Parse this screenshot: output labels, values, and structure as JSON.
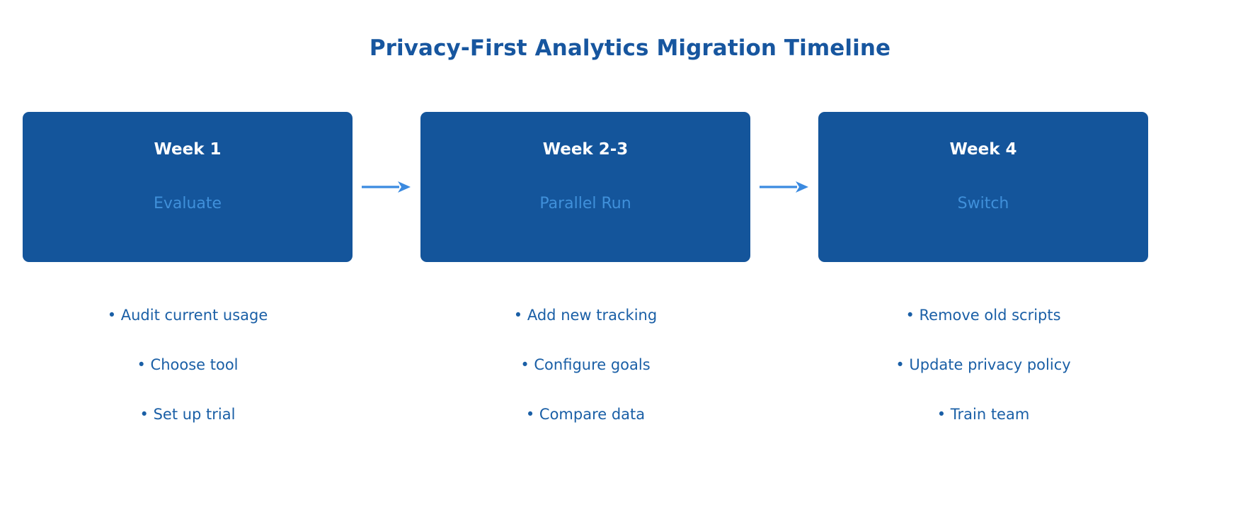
{
  "page": {
    "title": "Privacy-First Analytics Migration Timeline",
    "background_color": "#ffffff",
    "title_color": "#17569f"
  },
  "theme": {
    "card_fill": "#14559b",
    "card_title_color": "#ffffff",
    "card_subtitle_color": "#4090da",
    "arrow_color": "#3b8ae0",
    "bullet_text_color": "#1a5fa6"
  },
  "stages": [
    {
      "title": "Week 1",
      "subtitle": "Evaluate",
      "bullets": [
        "• Audit current usage",
        "• Choose tool",
        "• Set up trial"
      ]
    },
    {
      "title": "Week 2-3",
      "subtitle": "Parallel Run",
      "bullets": [
        "• Add new tracking",
        "• Configure goals",
        "• Compare data"
      ]
    },
    {
      "title": "Week 4",
      "subtitle": "Switch",
      "bullets": [
        "• Remove old scripts",
        "• Update privacy policy",
        "• Train team"
      ]
    }
  ],
  "connectors": [
    {
      "name": "arrow-stage1-to-stage2",
      "direction": "right"
    },
    {
      "name": "arrow-stage2-to-stage3",
      "direction": "right"
    }
  ]
}
